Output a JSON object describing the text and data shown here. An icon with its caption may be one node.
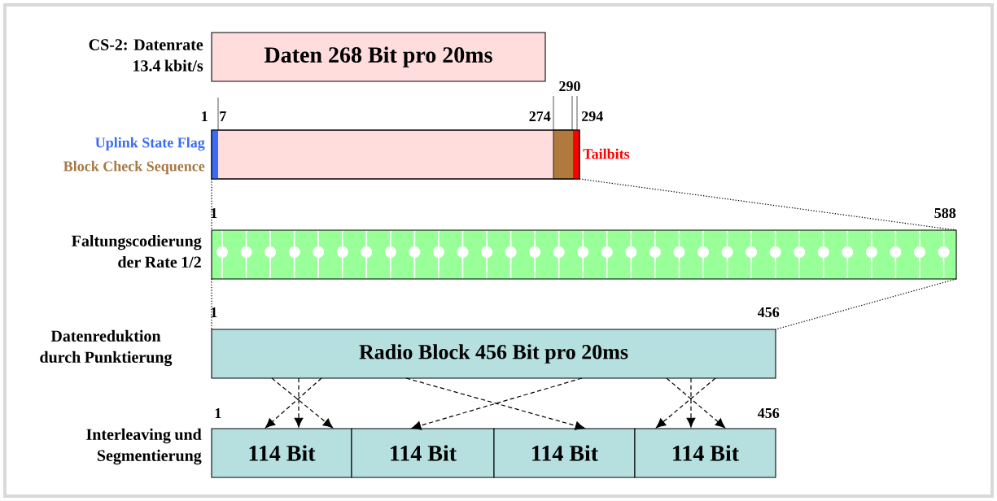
{
  "diagram": {
    "nodes": [
      {
        "text": [
          "Daten 268 Bit pro 20ms"
        ]
      },
      {
        "text": [],
        "shape": "bar"
      },
      {
        "text": [],
        "shape": "bar"
      },
      {
        "text": [
          "Radio Block 456 Bit pro 20ms"
        ]
      },
      {
        "text": [
          "114 Bit"
        ]
      },
      {
        "text": [
          "114 Bit"
        ]
      },
      {
        "text": [
          "114 Bit"
        ]
      },
      {
        "text": [
          "114 Bit"
        ]
      }
    ],
    "edges": [
      {
        "from": 1,
        "to": 2,
        "arrow": "none",
        "style": "dashed"
      },
      {
        "from": 1,
        "to": 2,
        "arrow": "none",
        "style": "dashed"
      },
      {
        "from": 2,
        "to": 3,
        "arrow": "none",
        "style": "dashed"
      },
      {
        "from": 2,
        "to": 3,
        "arrow": "none",
        "style": "dashed"
      },
      {
        "from": 3,
        "to": 4,
        "arrow": "to",
        "style": "dashed"
      },
      {
        "from": 3,
        "to": 4,
        "arrow": "to",
        "style": "dashed"
      },
      {
        "from": 3,
        "to": 4,
        "arrow": "to",
        "style": "dashed"
      },
      {
        "from": 3,
        "to": 5,
        "arrow": "to",
        "style": "dashed"
      },
      {
        "from": 3,
        "to": 6,
        "arrow": "to",
        "style": "dashed"
      },
      {
        "from": 3,
        "to": 7,
        "arrow": "to",
        "style": "dashed"
      },
      {
        "from": 3,
        "to": 7,
        "arrow": "to",
        "style": "dashed"
      },
      {
        "from": 3,
        "to": 7,
        "arrow": "to",
        "style": "dashed"
      }
    ],
    "labels": [
      "CS-2: Datenrate 13.4 kbit/s",
      "290",
      "1",
      "7",
      "274",
      "294",
      "Uplink State Flag",
      "Tailbits",
      "Block Check Sequence",
      "1",
      "588",
      "Faltungscodierung der Rate 1/2",
      "1",
      "456",
      "Datenreduktion durch Punktierung",
      "1",
      "456",
      "Interleaving und Segmentierung"
    ]
  }
}
